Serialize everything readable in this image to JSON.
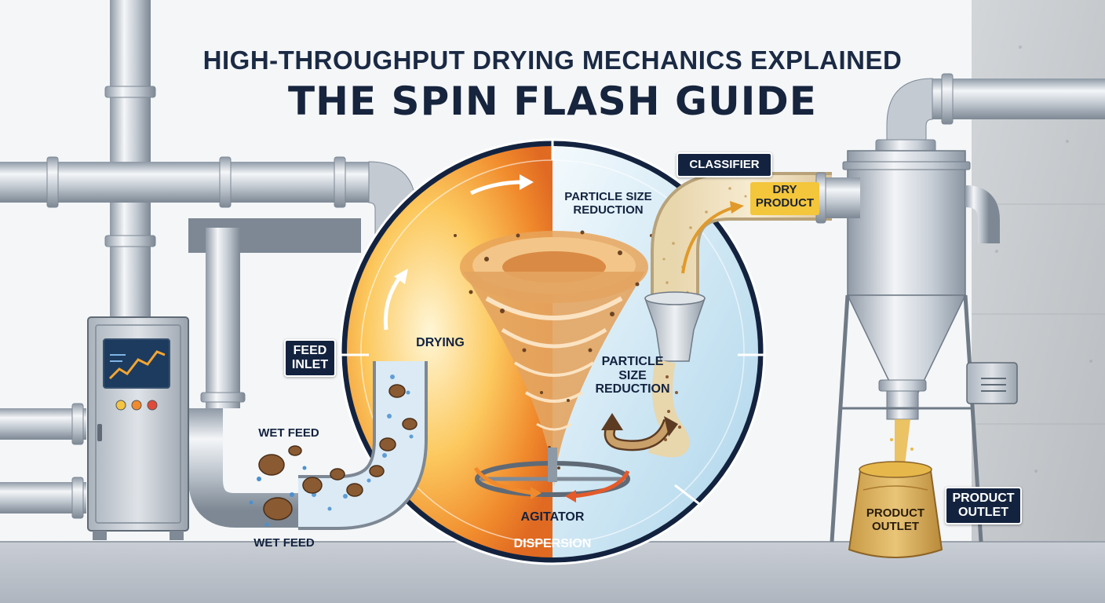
{
  "title": {
    "line1": "HIGH-THROUGHPUT DRYING MECHANICS EXPLAINED",
    "line2": "THE SPIN FLASH GUIDE"
  },
  "labels": {
    "classifier": "CLASSIFIER",
    "dry_product_line1": "DRY",
    "dry_product_line2": "PRODUCT",
    "particle_size_top_line1": "PARTICLE SIZE",
    "particle_size_top_line2": "REDUCTION",
    "feed_inlet_line1": "FEED",
    "feed_inlet_line2": "INLET",
    "drying": "DRYING",
    "particle_size_mid_line1": "PARTICLE",
    "particle_size_mid_line2": "SIZE",
    "particle_size_mid_line3": "REDUCTION",
    "wet_feed_upper": "WET FEED",
    "wet_feed_lower": "WET FEED",
    "agitator": "AGITATOR",
    "dispersion": "DISPERSION",
    "product_outlet_bag_line1": "PRODUCT",
    "product_outlet_bag_line2": "OUTLET",
    "product_outlet_tag_line1": "PRODUCT",
    "product_outlet_tag_line2": "OUTLET"
  },
  "colors": {
    "navy": "#13233f",
    "accent_yellow": "#f3c63b",
    "hot_orange": "#f08a2c",
    "cool_blue": "#b9dcef"
  }
}
